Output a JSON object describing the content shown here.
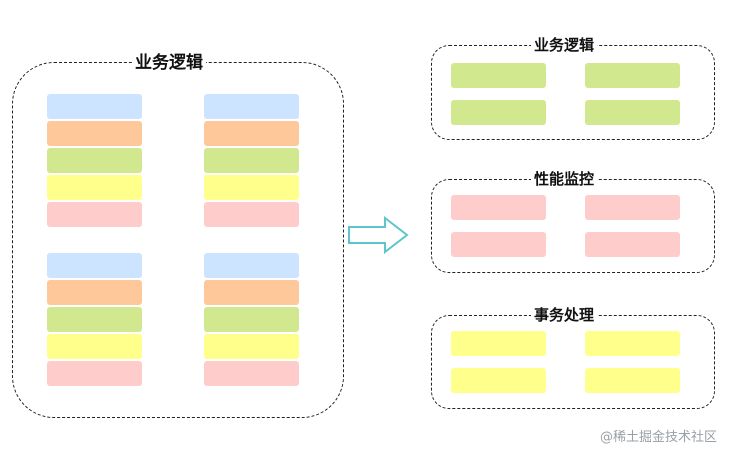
{
  "diagram": {
    "left_group": {
      "title": "业务逻辑",
      "column_pattern": [
        "blue",
        "orange",
        "green",
        "yellow",
        "pink"
      ]
    },
    "right_groups": [
      {
        "title": "业务逻辑",
        "color": "green"
      },
      {
        "title": "性能监控",
        "color": "pink"
      },
      {
        "title": "事务处理",
        "color": "yellow"
      }
    ],
    "colors": {
      "blue": "#cce4ff",
      "orange": "#ffc89a",
      "green": "#d2e88e",
      "yellow": "#ffff8c",
      "pink": "#ffcccc",
      "arrow": "#5cc6cc"
    },
    "watermark": "@稀土掘金技术社区"
  }
}
